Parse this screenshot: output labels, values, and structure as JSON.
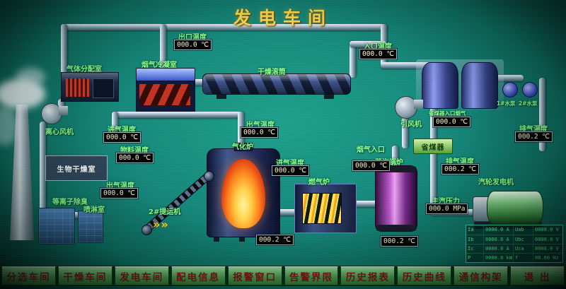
{
  "title": "发电车间",
  "labels": {
    "gas_distribution_room": "气体分配室",
    "flue_gas_condenser": "烟气冷凝室",
    "drying_drum": "干燥滚筒",
    "centrifugal_fan": "离心风机",
    "bio_drying_room": "生物干燥室",
    "plasma_deodorizer": "等离子除臭",
    "spray_room": "喷淋室",
    "gasifier": "气化炉",
    "conveyor_2": "2#提运机",
    "gas_furnace": "燃气炉",
    "steam_boiler": "蒸汽锅炉",
    "induced_draft_fan": "引风机",
    "economizer": "省煤器",
    "steam_turbine_generator": "汽轮发电机",
    "water_pump_1": "1#水泵",
    "water_pump_2": "2#水泵",
    "conveyor_arrows": "»»"
  },
  "displays": {
    "outlet_temp_top": {
      "label": "出口温度",
      "value": "000.0 ℃"
    },
    "inlet_temp_top": {
      "label": "入口温度",
      "value": "000.0 ℃"
    },
    "intake_temp_left": {
      "label": "进气温度",
      "value": "000.0 ℃"
    },
    "material_temp": {
      "label": "物料温度",
      "value": "000.0 ℃"
    },
    "outgas_temp_left": {
      "label": "出气温度",
      "value": "000.0 ℃"
    },
    "outgas_temp_mid": {
      "label": "出气温度",
      "value": "000.0 ℃"
    },
    "intake_temp_mid": {
      "label": "进气温度",
      "value": "000.0 ℃"
    },
    "gasifier_bottom_temp": {
      "value": "000.2 ℃"
    },
    "flue_gas_inlet": {
      "label": "烟气入口",
      "value": "000.0 ℃"
    },
    "boiler_bottom_temp": {
      "value": "000.2 ℃"
    },
    "economizer_inlet": {
      "label": "省煤器入口烟气",
      "value": "000.0 ℃"
    },
    "exhaust_temp_economizer": {
      "label": "排气温度",
      "value": "000.2 ℃"
    },
    "exhaust_temp_right": {
      "label": "排气温度",
      "value": "000.2 ℃"
    },
    "main_steam_pressure": {
      "label": "主汽压力",
      "value": "000.0 MPa"
    }
  },
  "generator_panel": {
    "rows": [
      [
        "Ia",
        "0000.0 A",
        "Uab",
        "0000.0 V"
      ],
      [
        "Ib",
        "0000.0 A",
        "Ubc",
        "0000.0 V"
      ],
      [
        "Ic",
        "0000.0 A",
        "Uca",
        "0000.0 V"
      ],
      [
        "P",
        "0000.0 kW",
        "f",
        "00.00 Hz"
      ]
    ]
  },
  "nav": {
    "buttons": [
      "分选车间",
      "干燥车间",
      "发电车间",
      "配电信息",
      "报警窗口",
      "告警界限",
      "历史报表",
      "历史曲线",
      "通信构架",
      "退 出"
    ]
  }
}
